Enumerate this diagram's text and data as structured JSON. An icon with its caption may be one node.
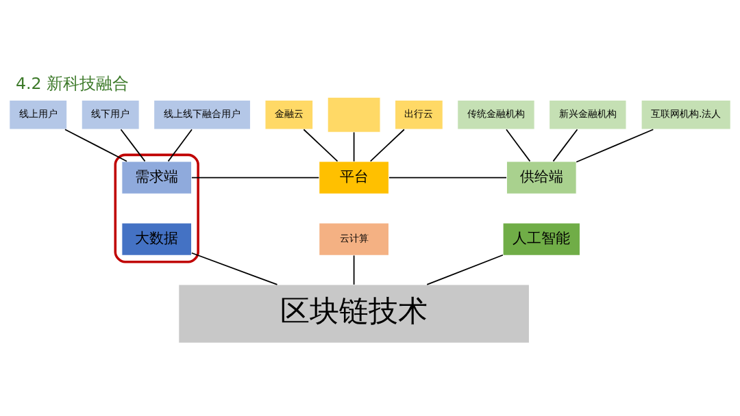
{
  "diagram": {
    "title": "4.2 新科技融合",
    "nodes": [
      {
        "text": [
          "线上用户"
        ]
      },
      {
        "text": [
          "线下用户"
        ]
      },
      {
        "text": [
          "线上线下融合用户"
        ]
      },
      {
        "text": [
          "金融云"
        ]
      },
      {
        "text": [],
        "shape": "box"
      },
      {
        "text": [
          "出行云"
        ]
      },
      {
        "text": [
          "传统金融机构"
        ]
      },
      {
        "text": [
          "新兴金融机构"
        ]
      },
      {
        "text": [
          "互联网机构.法人"
        ]
      },
      {
        "text": [],
        "shape": "ellipse"
      },
      {
        "text": [
          "需求端"
        ],
        "in": 9
      },
      {
        "text": [
          "大数据"
        ],
        "in": 9
      },
      {
        "text": [
          "平台"
        ]
      },
      {
        "text": [
          "云计算"
        ]
      },
      {
        "text": [
          "供给端"
        ]
      },
      {
        "text": [
          "人工智能"
        ]
      },
      {
        "text": [
          "区块链技术"
        ]
      }
    ],
    "edges": [
      {
        "from": 0,
        "to": 10,
        "arrow": "none"
      },
      {
        "from": 1,
        "to": 10,
        "arrow": "none"
      },
      {
        "from": 2,
        "to": 10,
        "arrow": "none"
      },
      {
        "from": 3,
        "to": 12,
        "arrow": "none"
      },
      {
        "from": 4,
        "to": 12,
        "arrow": "none"
      },
      {
        "from": 5,
        "to": 12,
        "arrow": "none"
      },
      {
        "from": 6,
        "to": 14,
        "arrow": "none"
      },
      {
        "from": 7,
        "to": 14,
        "arrow": "none"
      },
      {
        "from": 8,
        "to": 14,
        "arrow": "none"
      },
      {
        "from": 10,
        "to": 12,
        "arrow": "none"
      },
      {
        "from": 12,
        "to": 14,
        "arrow": "none"
      },
      {
        "from": 11,
        "to": 16,
        "arrow": "none"
      },
      {
        "from": 13,
        "to": 16,
        "arrow": "none"
      },
      {
        "from": 15,
        "to": 16,
        "arrow": "none"
      }
    ]
  }
}
